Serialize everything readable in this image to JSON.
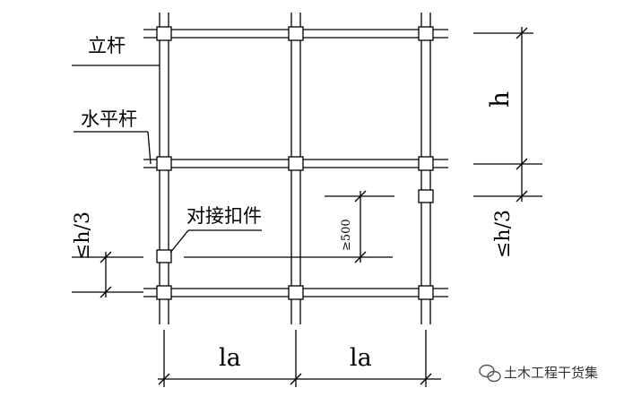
{
  "labels": {
    "vertical_pole": "立杆",
    "horizontal_bar": "水平杆",
    "butt_coupler": "对接扣件",
    "h": "h",
    "h_third_left": "≤h/3",
    "h_third_right": "≤h/3",
    "ge_500": "≥500",
    "la_1": "la",
    "la_2": "la"
  },
  "watermark": {
    "icon": "wechat-icon",
    "text": "土木工程干货集"
  }
}
